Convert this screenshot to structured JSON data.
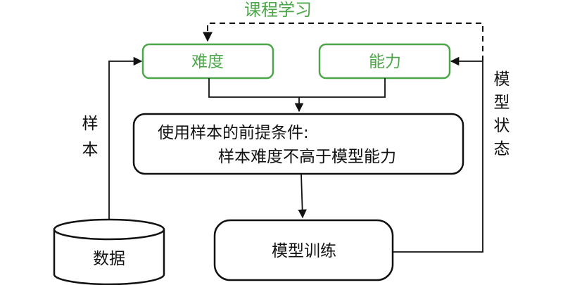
{
  "diagram": {
    "title": "课程学习",
    "nodes": {
      "difficulty": "难度",
      "ability": "能力",
      "condition_line1": "使用样本的前提条件:",
      "condition_line2": "样本难度不高于模型能力",
      "training": "模型训练",
      "data": "数据"
    },
    "edge_labels": {
      "sample": [
        "样",
        "本"
      ],
      "model_state": [
        "模",
        "型",
        "状",
        "态"
      ]
    },
    "colors": {
      "accent_green": "#4ea64a",
      "line": "#111111",
      "background": "#ffffff"
    }
  }
}
